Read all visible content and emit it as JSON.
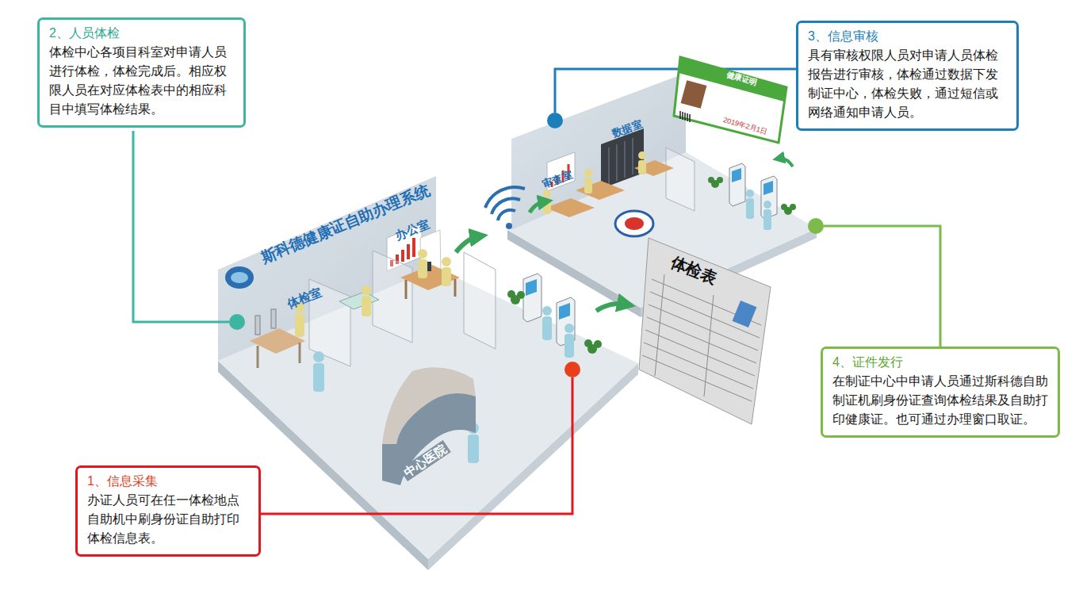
{
  "diagram": {
    "nodes": [
      {
        "text": [
          "2、人员体检",
          "体检中心各项目科室对申请人员进行体检，体检完成后。相应权限人员在对应体检表中的相应科目中填写体检结果。"
        ]
      },
      {
        "text": [
          "3、信息审核",
          "具有审核权限人员对申请人员体检报告进行审核，体检通过数据下发制证中心，体检失败，通过短信或网络通知申请人员。"
        ]
      },
      {
        "text": [
          "4、证件发行",
          "在制证中心中申请人员通过斯科德自助制证机刷身份证查询体检结果及自助打印健康证。也可通过办理窗口取证。"
        ]
      },
      {
        "text": [
          "1、信息采集",
          "办证人员可在任一体检地点自助机中刷身份证自助打印体检信息表。"
        ]
      }
    ],
    "labels": [
      "斯科德健康证自助办理系统",
      "办公室",
      "体检室",
      "中心医院",
      "审查室",
      "数据室",
      "健康证明",
      "2019年2月1日",
      "体检表"
    ]
  }
}
